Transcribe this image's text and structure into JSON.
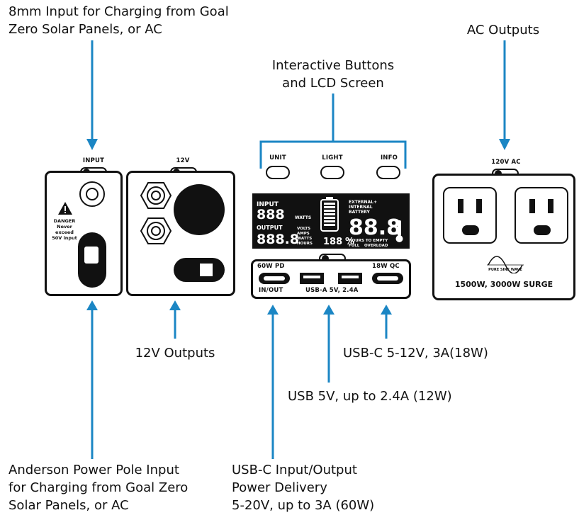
{
  "callouts": {
    "input_8mm": "8mm Input for Charging from Goal\nZero Solar Panels, or AC",
    "interactive": "Interactive Buttons\nand LCD Screen",
    "ac_outputs": "AC Outputs",
    "outputs_12v": "12V Outputs",
    "usbc_qc": "USB-C 5-12V, 3A(18W)",
    "usb_a": "USB 5V, up to 2.4A (12W)",
    "anderson": "Anderson Power Pole Input\nfor Charging from Goal Zero\nSolar Panels, or AC",
    "usbc_pd": "USB-C Input/Output\nPower Delivery\n5-20V, up to 3A (60W)"
  },
  "input_panel": {
    "toggle_label": "INPUT",
    "danger_title": "DANGER",
    "danger_line1": "Never exceed",
    "danger_line2": "50V  input"
  },
  "panel_12v": {
    "toggle_label": "12V"
  },
  "buttons": {
    "unit": "UNIT",
    "light": "LIGHT",
    "info": "INFO"
  },
  "lcd": {
    "input_label": "INPUT",
    "watts_label": "WATTS",
    "output_label": "OUTPUT",
    "volts_label": "VOLTS",
    "amps_label": "AMPS",
    "watts2_label": "WATTS",
    "hours_label": "HOURS",
    "input_digits": "888",
    "output_digits": "888.8",
    "percent_digits": "188",
    "percent_sign": "%",
    "battery_line1": "EXTERNAL+",
    "battery_line2": "INTERNAL",
    "battery_line3": "BATTERY",
    "battery_digits": "88.8",
    "hours_to_empty": "HOURS TO EMPTY",
    "full": "FULL",
    "overload": "OVERLOAD"
  },
  "usb_panel": {
    "pd_label": "60W PD",
    "qc_label": "18W QC",
    "inout_label": "IN/OUT",
    "usba_label": "USB-A 5V, 2.4A"
  },
  "ac_panel": {
    "toggle_label": "120V AC",
    "sine_label": "PURE SINE WAVE",
    "rating": "1500W, 3000W SURGE"
  },
  "colors": {
    "arrow": "#1b86c4",
    "ink": "#111111"
  }
}
